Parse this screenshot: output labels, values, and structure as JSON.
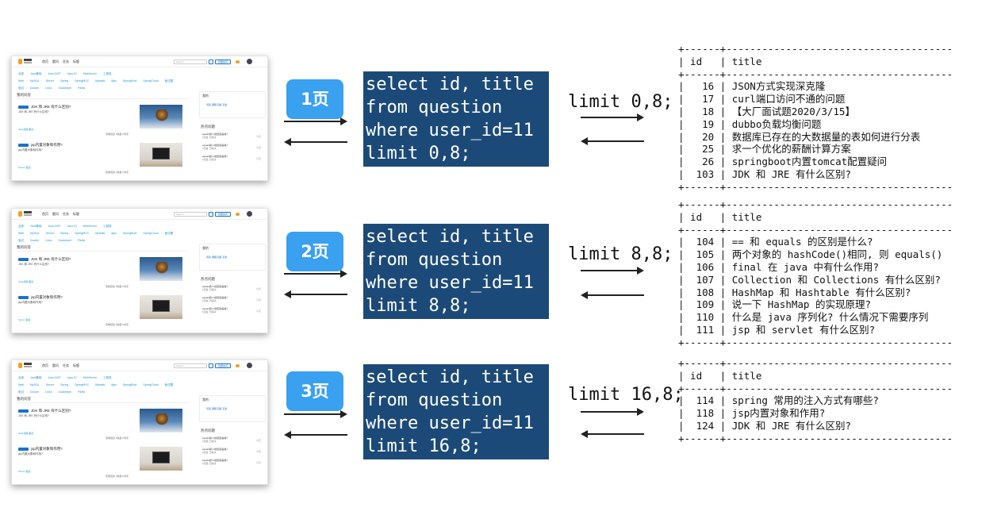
{
  "site": {
    "nav": [
      "首页",
      "题问",
      "任务",
      "标题"
    ],
    "search_placeholder": "Search",
    "ask_button": "我要提问",
    "tags_line1": [
      "全部",
      "Java基础",
      "Java OOP",
      "Java IO",
      "WebServer",
      "工程类",
      "Web",
      "MySQL",
      "Server",
      "Spring",
      "SpringMVC",
      "Mybatis",
      "Ajax",
      "SpringBoot",
      "SpringCloud",
      "面试题"
    ],
    "tags_line2": [
      "面试",
      "Docker",
      "Linux",
      "Zookeeper",
      "Redis"
    ],
    "my_questions": "我的问答",
    "topic_box": "我的",
    "topic_items": "问答  课程  回答  任务",
    "hot_questions": "热点问题",
    "hot_item_title": "equals和==的区别是啥？",
    "hot_item_meta": "1回答 已解决",
    "hot_item_right": "今天",
    "q1_title": "JDK 和 JRE 有什么区别?",
    "q1_sub": "JDK 和 JRE 有什么区别?",
    "q1_tag": "Java基础  面试",
    "q2_title": "jsp内置对象和作用?",
    "q2_sub": "jsp内置对象和作用?",
    "q2_tag": "Server  面试",
    "q_meta": "查看回答    3收藏    0浏览"
  },
  "pages": [
    {
      "badge": "1页",
      "sql": [
        "select id, title",
        "from question",
        "where user_id=11",
        "limit 0,8;"
      ],
      "limit": "limit 0,8;",
      "table": [
        "+------+--------------------------------------",
        "| id   | title",
        "+------+--------------------------------------",
        "|   16 | JSON方式实现深克隆",
        "|   17 | curl端口访问不通的问题",
        "|   18 | 【大厂面试题2020/3/15】",
        "|   19 | dubbo负载均衡问题",
        "|   20 | 数据库已存在的大数据量的表如何进行分表",
        "|   25 | 求一个优化的薪酬计算方案",
        "|   26 | springboot内置tomcat配置疑问",
        "|  103 | JDK 和 JRE 有什么区别?",
        "+------+--------------------------------------"
      ]
    },
    {
      "badge": "2页",
      "sql": [
        "select id, title",
        "from question",
        "where user_id=11",
        "limit 8,8;"
      ],
      "limit": "limit 8,8;",
      "table": [
        "+------+--------------------------------------",
        "| id   | title",
        "+------+--------------------------------------",
        "|  104 | == 和 equals 的区别是什么?",
        "|  105 | 两个对象的 hashCode()相同, 则 equals()",
        "|  106 | final 在 java 中有什么作用?",
        "|  107 | Collection 和 Collections 有什么区别?",
        "|  108 | HashMap 和 Hashtable 有什么区别?",
        "|  109 | 说一下 HashMap 的实现原理?",
        "|  110 | 什么是 java 序列化? 什么情况下需要序列",
        "|  111 | jsp 和 servlet 有什么区别?",
        "+------+--------------------------------------"
      ]
    },
    {
      "badge": "3页",
      "sql": [
        "select id, title",
        "from question",
        "where user_id=11",
        "limit 16,8;"
      ],
      "limit": "limit 16,8;",
      "table": [
        "+------+--------------------------------------",
        "| id   | title",
        "+------+--------------------------------------",
        "|  114 | spring 常用的注入方式有哪些?",
        "|  118 | jsp内置对象和作用?",
        "|  124 | JDK 和 JRE 有什么区别?",
        "+------+--------------------------------------"
      ]
    }
  ]
}
